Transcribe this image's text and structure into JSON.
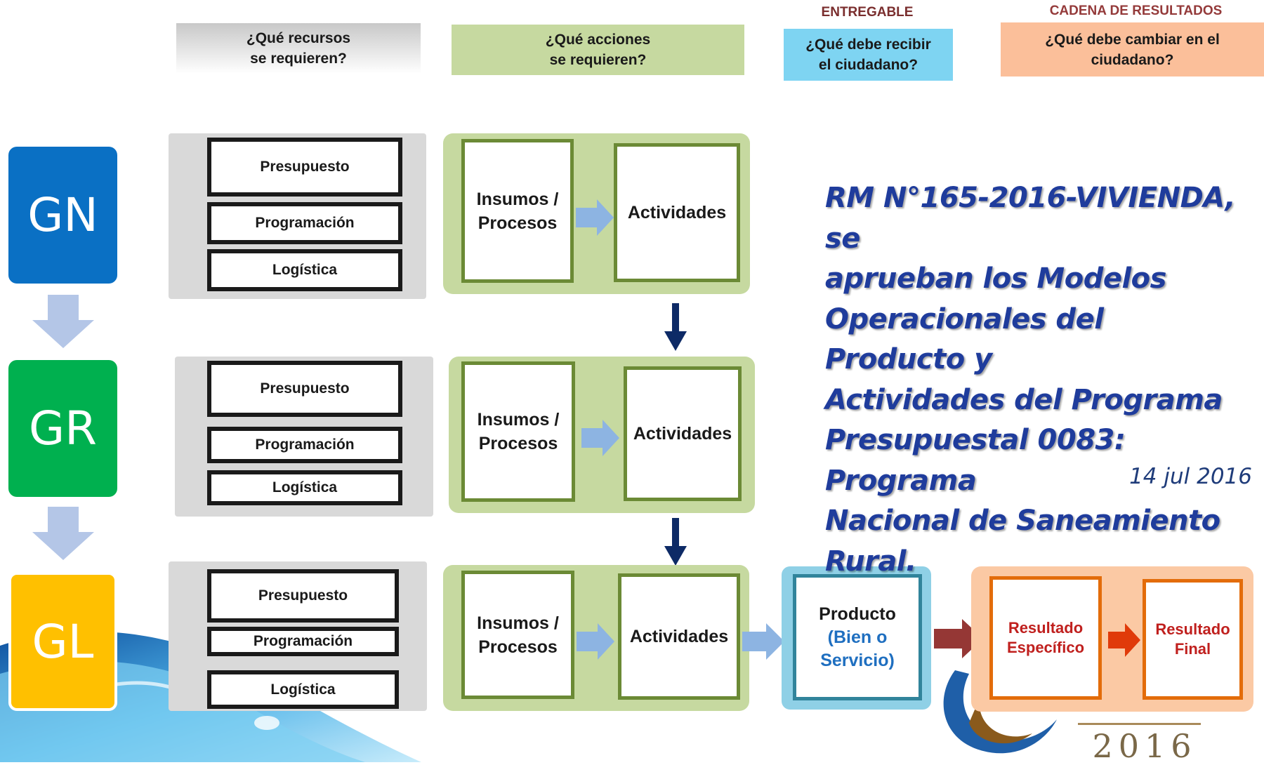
{
  "columns": {
    "recursos": "¿Qué recursos\nse requieren?",
    "acciones": "¿Qué acciones\nse requieren?",
    "entregable_label": "ENTREGABLE",
    "entregable": "¿Qué debe recibir\nel ciudadano?",
    "cadena_label": "CADENA DE RESULTADOS",
    "cadena": "¿Qué  debe cambiar en el\nciudadano?"
  },
  "levels": [
    {
      "code": "GN",
      "color": "#0a70c4",
      "resources": [
        "Presupuesto",
        "Programación",
        "Logística"
      ],
      "inputs": "Insumos /\nProcesos",
      "activities": "Actividades"
    },
    {
      "code": "GR",
      "color": "#00b04f",
      "resources": [
        "Presupuesto",
        "Programación",
        "Logística"
      ],
      "inputs": "Insumos /\nProcesos",
      "activities": "Actividades"
    },
    {
      "code": "GL",
      "color": "#ffc000",
      "resources": [
        "Presupuesto",
        "Programación",
        "Logística"
      ],
      "inputs": "Insumos /\nProcesos",
      "activities": "Actividades"
    }
  ],
  "product": {
    "title": "Producto",
    "subtitle": "(Bien o\nServicio)"
  },
  "results": {
    "specific": "Resultado\nEspecífico",
    "final": "Resultado\nFinal"
  },
  "announcement": "RM N°165-2016-VIVIENDA, se aprueban los Modelos Operacionales del Producto y Actividades del Programa Presupuestal 0083: Programa Nacional de Saneamiento Rural.",
  "announcement_lines": [
    "RM N°165-2016-VIVIENDA, se",
    "aprueban los Modelos",
    "Operacionales del Producto y",
    "Actividades del Programa",
    "Presupuestal 0083: Programa",
    "Nacional de Saneamiento",
    "Rural."
  ],
  "date": "14 jul 2016",
  "footer_year": "2016"
}
